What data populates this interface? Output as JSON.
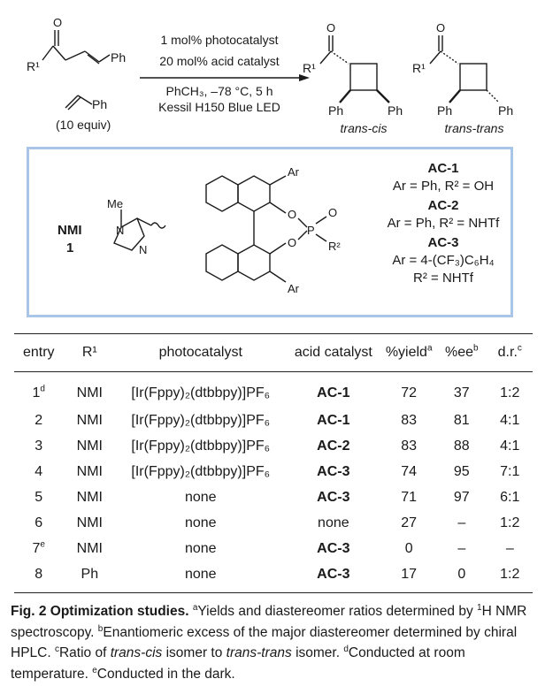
{
  "scheme": {
    "reactant_r1": "R¹",
    "reactant_ph": "Ph",
    "styrene_ph": "Ph",
    "styrene_equiv": "(10 equiv)",
    "conditions_line1": "1 mol% photocatalyst",
    "conditions_line2": "20 mol% acid catalyst",
    "conditions_line3": "PhCH₃, –78 °C, 5 h",
    "conditions_line4": "Kessil H150 Blue LED",
    "product1_r1": "R¹",
    "product1_ph_left": "Ph",
    "product1_ph_right": "Ph",
    "product1_label": "trans-cis",
    "product2_r1": "R¹",
    "product2_ph_left": "Ph",
    "product2_ph_right": "Ph",
    "product2_label": "trans-trans"
  },
  "panel": {
    "nmi_name": "NMI",
    "nmi_number": "1",
    "nmi_me": "Me",
    "nmi_n1": "N",
    "nmi_n2": "N",
    "binol_ar_top": "Ar",
    "binol_ar_bottom": "Ar",
    "binol_o1": "O",
    "binol_o2": "O",
    "binol_o3": "O",
    "binol_p": "P",
    "binol_r2": "R²",
    "ac1_name": "AC-1",
    "ac1_desc": "Ar = Ph, R² = OH",
    "ac2_name": "AC-2",
    "ac2_desc": "Ar = Ph, R² = NHTf",
    "ac3_name": "AC-3",
    "ac3_desc1": "Ar = 4-(CF₃)C₆H₄",
    "ac3_desc2": "R² = NHTf"
  },
  "table": {
    "headers": {
      "entry": "entry",
      "r1": "R¹",
      "photocatalyst": "photocatalyst",
      "acid": "acid catalyst",
      "yield": "%yield",
      "yield_note": "a",
      "ee": "%ee",
      "ee_note": "b",
      "dr": "d.r.",
      "dr_note": "c"
    },
    "rows": [
      {
        "entry": "1",
        "note": "d",
        "r1": "NMI",
        "pc": "[Ir(Fppy)₂(dtbbpy)]PF₆",
        "acid": "AC-1",
        "yield": "72",
        "ee": "37",
        "dr": "1:2"
      },
      {
        "entry": "2",
        "note": "",
        "r1": "NMI",
        "pc": "[Ir(Fppy)₂(dtbbpy)]PF₆",
        "acid": "AC-1",
        "yield": "83",
        "ee": "81",
        "dr": "4:1"
      },
      {
        "entry": "3",
        "note": "",
        "r1": "NMI",
        "pc": "[Ir(Fppy)₂(dtbbpy)]PF₆",
        "acid": "AC-2",
        "yield": "83",
        "ee": "88",
        "dr": "4:1"
      },
      {
        "entry": "4",
        "note": "",
        "r1": "NMI",
        "pc": "[Ir(Fppy)₂(dtbbpy)]PF₆",
        "acid": "AC-3",
        "yield": "74",
        "ee": "95",
        "dr": "7:1"
      },
      {
        "entry": "5",
        "note": "",
        "r1": "NMI",
        "pc": "none",
        "acid": "AC-3",
        "yield": "71",
        "ee": "97",
        "dr": "6:1"
      },
      {
        "entry": "6",
        "note": "",
        "r1": "NMI",
        "pc": "none",
        "acid": "none",
        "yield": "27",
        "ee": "–",
        "dr": "1:2"
      },
      {
        "entry": "7",
        "note": "e",
        "r1": "NMI",
        "pc": "none",
        "acid": "AC-3",
        "yield": "0",
        "ee": "–",
        "dr": "–"
      },
      {
        "entry": "8",
        "note": "",
        "r1": "Ph",
        "pc": "none",
        "acid": "AC-3",
        "yield": "17",
        "ee": "0",
        "dr": "1:2"
      }
    ]
  },
  "caption": {
    "label": "Fig. 2 Optimization studies.",
    "note_a_mark": "a",
    "note_a": "Yields and diastereomer ratios determined by",
    "note_a2_mark": "1",
    "note_a2": "H NMR spectroscopy.",
    "note_b_mark": "b",
    "note_b": "Enantiomeric excess of the major diastereomer determined by chiral HPLC.",
    "note_c_mark": "c",
    "note_c_pre": "Ratio of",
    "note_c_iso1": "trans-cis",
    "note_c_mid": "isomer to",
    "note_c_iso2": "trans-trans",
    "note_c_post": "isomer.",
    "note_d_mark": "d",
    "note_d": "Conducted at room temperature.",
    "note_e_mark": "e",
    "note_e": "Conducted in the dark."
  }
}
